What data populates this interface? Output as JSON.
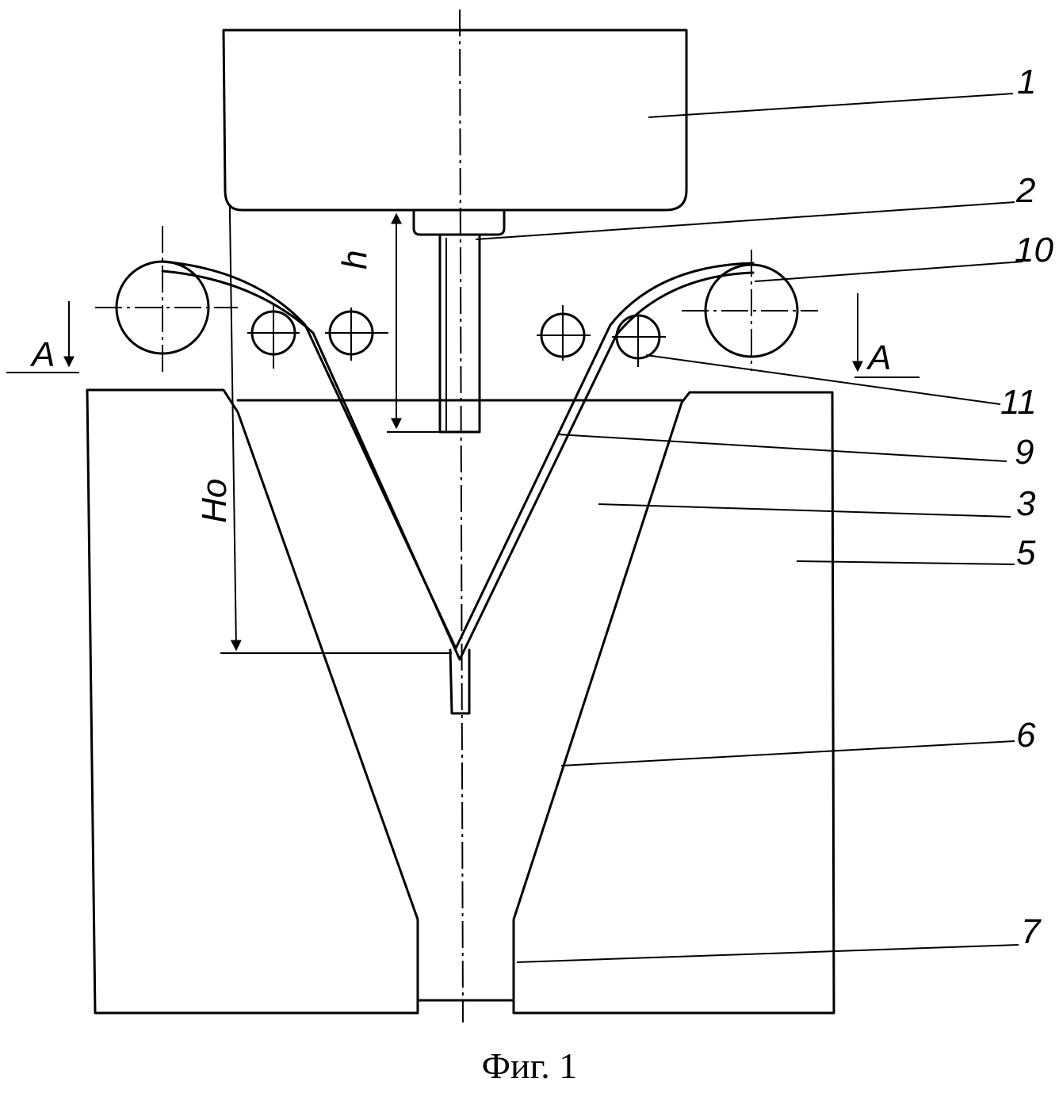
{
  "figure": {
    "caption": "Фиг. 1",
    "labels": {
      "l1": "1",
      "l2": "2",
      "l10": "10",
      "l11": "11",
      "l9": "9",
      "l3": "3",
      "l5": "5",
      "l6": "6",
      "l7": "7"
    },
    "dimensions": {
      "h": "h",
      "Ho": "Ho"
    },
    "section_marks": {
      "left": "A",
      "right": "A"
    }
  }
}
